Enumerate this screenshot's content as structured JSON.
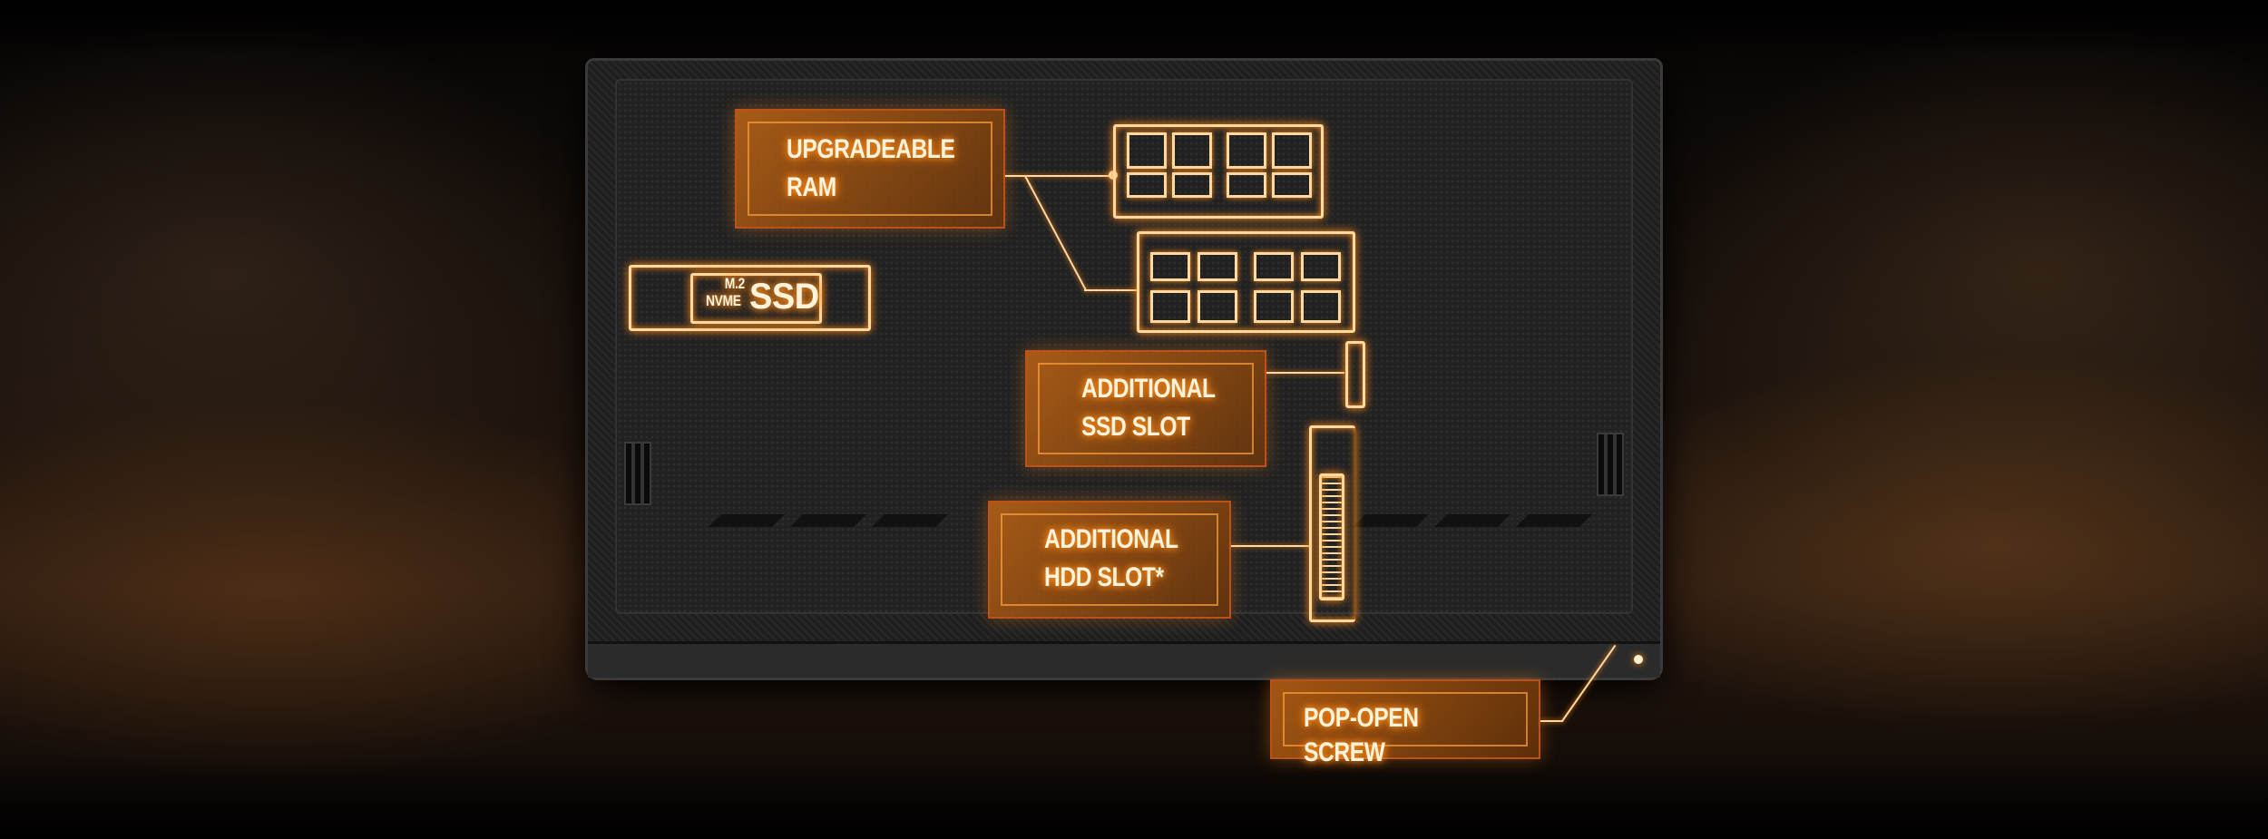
{
  "labels": {
    "ram": [
      "UPGRADEABLE",
      "RAM"
    ],
    "ssd": {
      "small_top": "M.2",
      "small_bottom": "NVME",
      "big": "SSD"
    },
    "additional_ssd": [
      "ADDITIONAL",
      "SSD SLOT"
    ],
    "additional_hdd": [
      "ADDITIONAL",
      "HDD SLOT*"
    ],
    "screw": "POP-OPEN SCREW"
  },
  "colors": {
    "accent": "#ff8a1a",
    "label_bg": "#b8641a",
    "line": "#ffd9a0"
  }
}
